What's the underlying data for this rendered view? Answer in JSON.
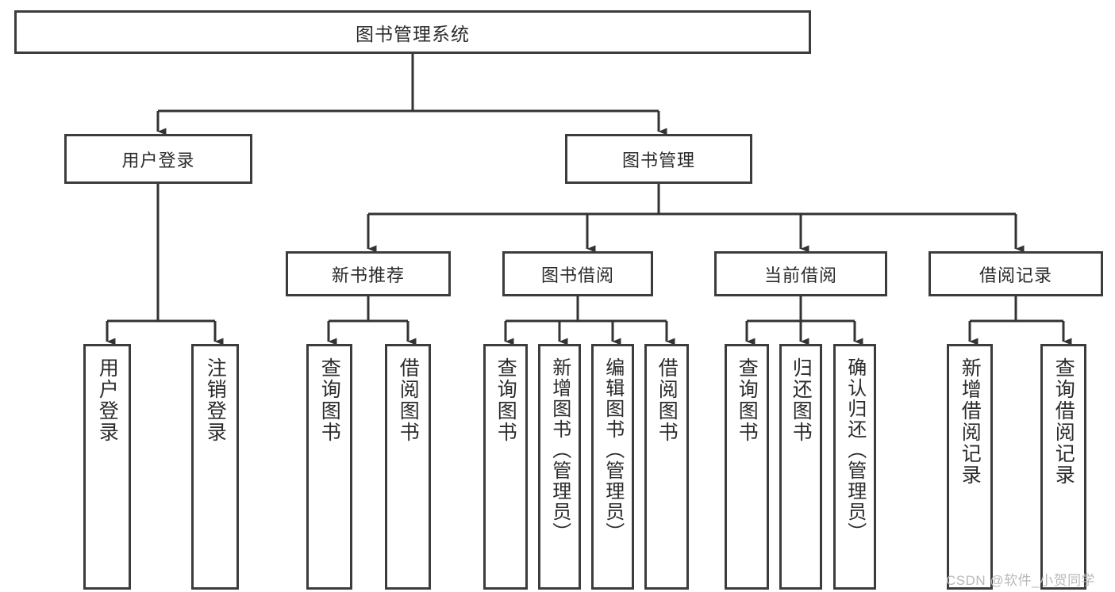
{
  "diagram": {
    "title": "图书管理系统",
    "type": "hierarchy-tree",
    "colors": {
      "border": "#3c3c3c",
      "fill": "#ffffff",
      "text": "#2b2b2b",
      "connector": "#333333",
      "watermark": "#b9b9b9"
    }
  },
  "nodes": {
    "root": {
      "label": "图书管理系统"
    },
    "level2": [
      {
        "label": "用户登录"
      },
      {
        "label": "图书管理"
      }
    ],
    "level3": [
      {
        "label": "新书推荐"
      },
      {
        "label": "图书借阅"
      },
      {
        "label": "当前借阅"
      },
      {
        "label": "借阅记录"
      }
    ],
    "leaves": {
      "user_login": [
        {
          "label": "用户登录"
        },
        {
          "label": "注销登录"
        }
      ],
      "new_book": [
        {
          "label": "查询图书"
        },
        {
          "label": "借阅图书"
        }
      ],
      "book_borrow": [
        {
          "label": "查询图书"
        },
        {
          "label": "新增图书（管理员）"
        },
        {
          "label": "编辑图书（管理员）"
        },
        {
          "label": "借阅图书"
        }
      ],
      "current_borrow": [
        {
          "label": "查询图书"
        },
        {
          "label": "归还图书"
        },
        {
          "label": "确认归还（管理员）"
        }
      ],
      "borrow_record": [
        {
          "label": "新增借阅记录"
        },
        {
          "label": "查询借阅记录"
        }
      ]
    }
  },
  "watermark": {
    "text": "CSDN @软件_小贺同学"
  }
}
